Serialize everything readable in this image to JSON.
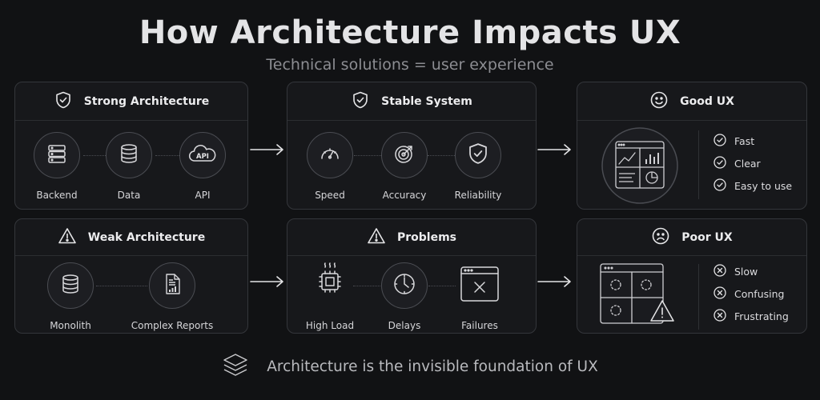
{
  "title": "How Architecture Impacts UX",
  "subtitle": "Technical solutions = user experience",
  "panels": {
    "strong": {
      "title": "Strong Architecture",
      "icon": "shield-check-icon",
      "nodes": [
        {
          "label": "Backend",
          "icon": "server-icon"
        },
        {
          "label": "Data",
          "icon": "database-icon"
        },
        {
          "label": "API",
          "icon": "cloud-api-icon",
          "icon_text": "API"
        }
      ]
    },
    "stable": {
      "title": "Stable System",
      "icon": "shield-check-icon",
      "nodes": [
        {
          "label": "Speed",
          "icon": "speedometer-icon"
        },
        {
          "label": "Accuracy",
          "icon": "target-icon"
        },
        {
          "label": "Reliability",
          "icon": "shield-check-icon"
        }
      ]
    },
    "good": {
      "title": "Good UX",
      "icon": "smile-icon",
      "illustration": "dashboard-icon",
      "items": [
        "Fast",
        "Clear",
        "Easy to use"
      ]
    },
    "weak": {
      "title": "Weak Architecture",
      "icon": "warning-icon",
      "nodes": [
        {
          "label": "Monolith",
          "icon": "database-icon"
        },
        {
          "label": "Complex Reports",
          "icon": "report-icon"
        }
      ]
    },
    "problems": {
      "title": "Problems",
      "icon": "warning-icon",
      "nodes": [
        {
          "label": "High Load",
          "icon": "hot-chip-icon"
        },
        {
          "label": "Delays",
          "icon": "clock-icon"
        },
        {
          "label": "Failures",
          "icon": "error-window-icon"
        }
      ]
    },
    "poor": {
      "title": "Poor UX",
      "icon": "frown-icon",
      "illustration": "broken-dashboard-icon",
      "items": [
        "Slow",
        "Confusing",
        "Frustrating"
      ]
    }
  },
  "footer": {
    "text": "Architecture is the invisible foundation of UX",
    "icon": "layers-icon"
  },
  "colors": {
    "background": "#111214",
    "panel": "#17181b",
    "border": "#34363b",
    "text": "#e8e8ea",
    "muted": "#8c8d92"
  }
}
